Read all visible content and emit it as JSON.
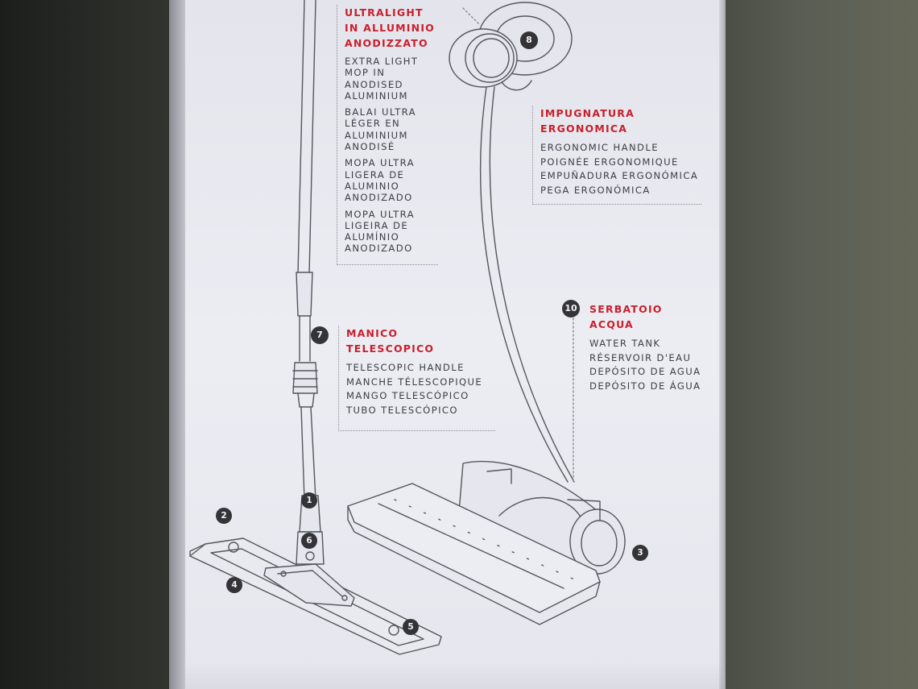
{
  "features": {
    "mop_body": {
      "heading": "ULTRALIGHT\nIN ALLUMINIO\nANODIZZATO",
      "translations": [
        "EXTRA LIGHT\nMOP IN\nANODISED\nALUMINIUM",
        "BALAI ULTRA\nLÉGER EN\nALUMINIUM\nANODISÉ",
        "MOPA ULTRA\nLIGERA DE\nALUMINIO\nANODIZADO",
        "MOPA ULTRA\nLIGEIRA DE\nALUMÍNIO\nANODIZADO"
      ]
    },
    "handle": {
      "number": "8",
      "heading": "IMPUGNATURA\nERGONOMICA",
      "translations": [
        "ERGONOMIC HANDLE",
        "POIGNÉE ERGONOMIQUE",
        "EMPUÑADURA ERGONÓMICA",
        "PEGA ERGONÓMICA"
      ]
    },
    "telescopic": {
      "number": "7",
      "heading": "MANICO\nTELESCOPICO",
      "translations": [
        "TELESCOPIC HANDLE",
        "MANCHE TÉLESCOPIQUE",
        "MANGO TELESCÓPICO",
        "TUBO TELESCÓPICO"
      ]
    },
    "tank": {
      "number": "10",
      "heading": "SERBATOIO\nACQUA",
      "translations": [
        "WATER TANK",
        "RÉSERVOIR D'EAU",
        "DEPÓSITO DE AGUA",
        "DEPÓSITO DE ÁGUA"
      ]
    }
  },
  "callouts": {
    "n1": "1",
    "n2": "2",
    "n3": "3",
    "n4": "4",
    "n5": "5",
    "n6": "6"
  },
  "colors": {
    "accent_red": "#c8202b",
    "text_dark": "#3d3d45",
    "box_white": "#e8e8ef",
    "line": "#55555c"
  }
}
